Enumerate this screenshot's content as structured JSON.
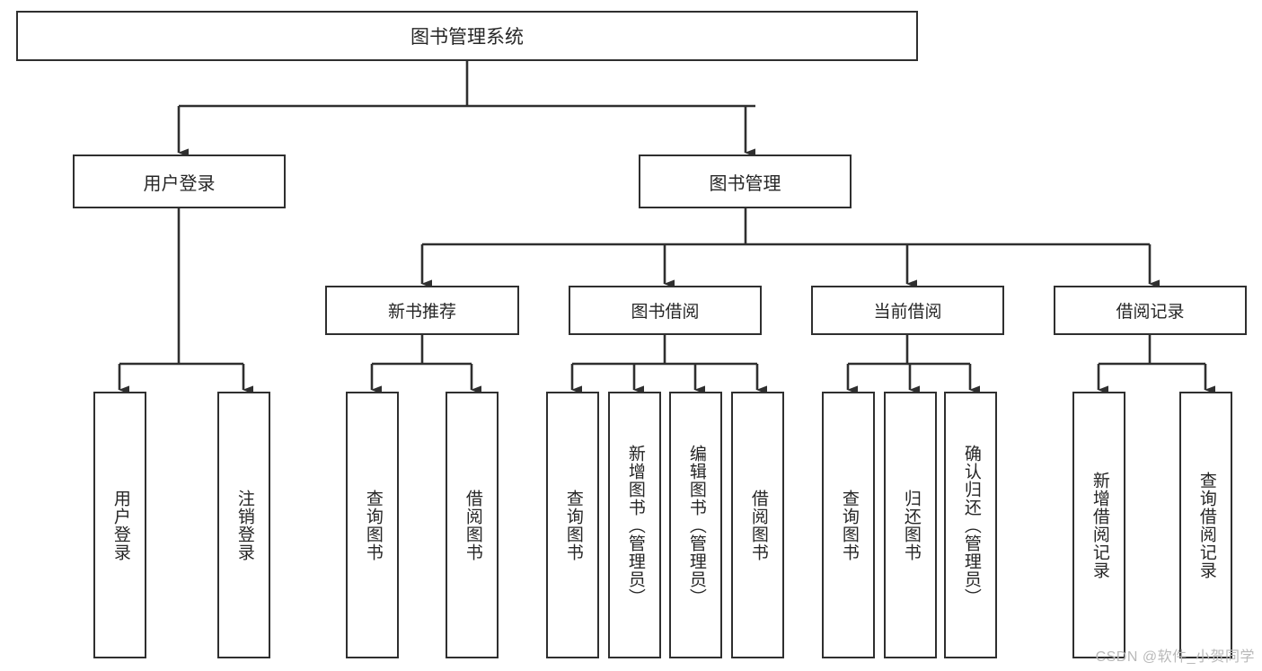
{
  "diagram": {
    "title": "图书管理系统",
    "type": "tree",
    "root": {
      "label": "图书管理系统"
    },
    "level2": [
      {
        "label": "用户登录"
      },
      {
        "label": "图书管理"
      }
    ],
    "level3": [
      {
        "label": "新书推荐"
      },
      {
        "label": "图书借阅"
      },
      {
        "label": "当前借阅"
      },
      {
        "label": "借阅记录"
      }
    ],
    "leaves": {
      "user_login": [
        {
          "label": "用户登录"
        },
        {
          "label": "注销登录"
        }
      ],
      "new_book_recommend": [
        {
          "label": "查询图书"
        },
        {
          "label": "借阅图书"
        }
      ],
      "book_borrow": [
        {
          "label": "查询图书"
        },
        {
          "label": "新增图书（管理员）"
        },
        {
          "label": "编辑图书（管理员）"
        },
        {
          "label": "借阅图书"
        }
      ],
      "current_borrow": [
        {
          "label": "查询图书"
        },
        {
          "label": "归还图书"
        },
        {
          "label": "确认归还（管理员）"
        }
      ],
      "borrow_record": [
        {
          "label": "新增借阅记录"
        },
        {
          "label": "查询借阅记录"
        }
      ]
    }
  },
  "watermark": {
    "text": "CSDN @软件_小贺同学"
  },
  "colors": {
    "border": "#2f2f2f",
    "text": "#262626",
    "background": "#ffffff",
    "watermark": "#b9b9b9"
  }
}
